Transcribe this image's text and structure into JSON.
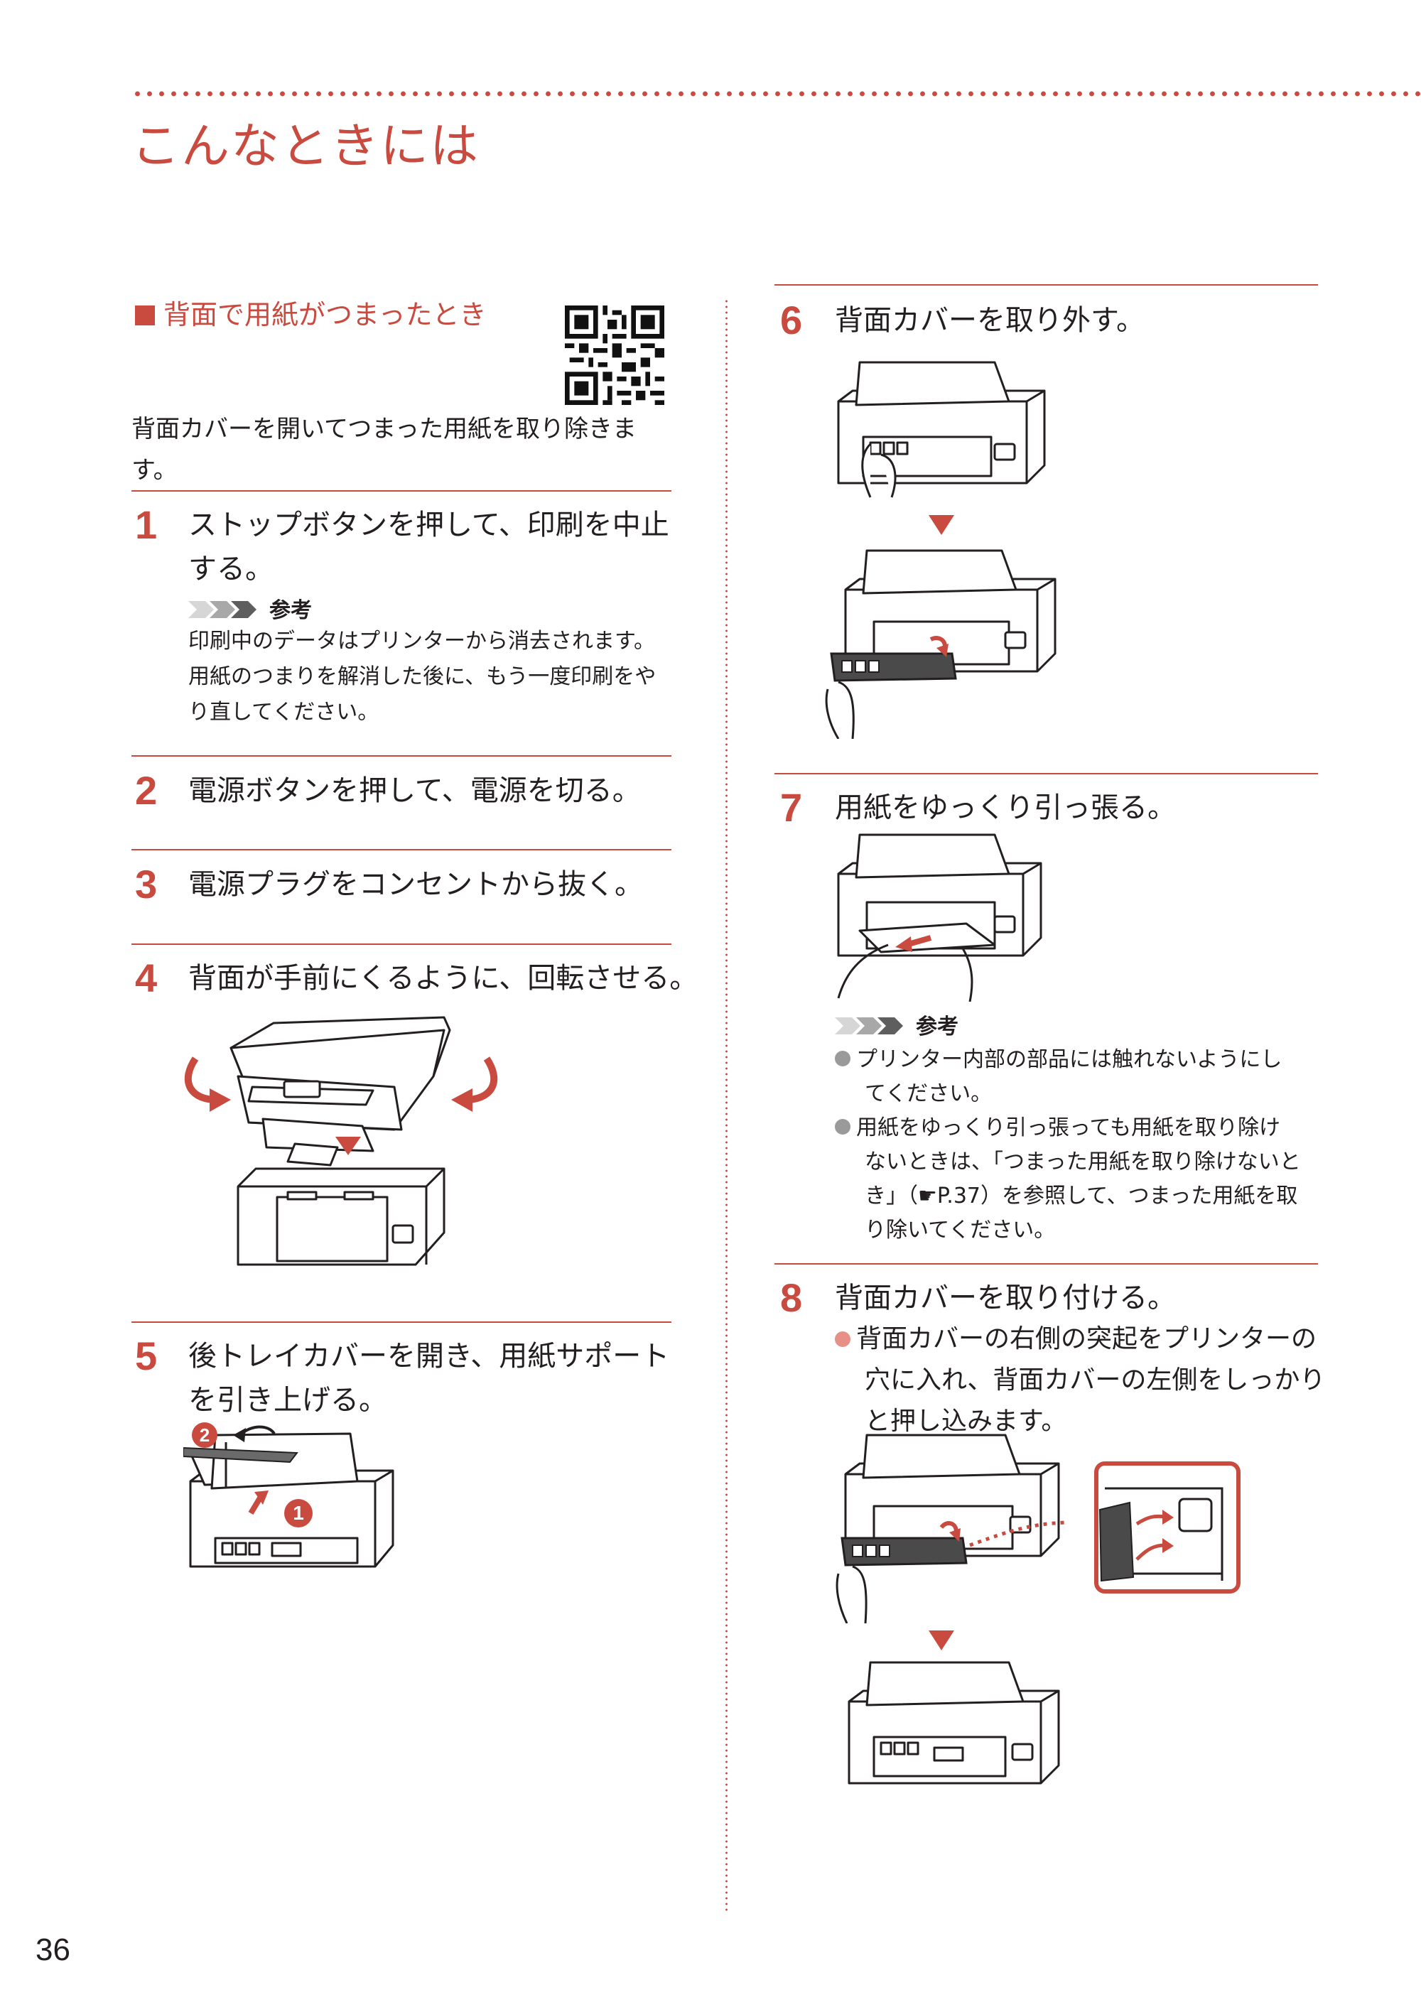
{
  "header": {
    "title": "こんなときには"
  },
  "section": {
    "title": "背面で用紙がつまったとき"
  },
  "intro": {
    "line1": "背面カバーを開いてつまった用紙を取り除きま",
    "line2": "す。"
  },
  "steps": [
    {
      "num": "1",
      "line1": "ストップボタンを押して、印刷を中止",
      "line2": "する。"
    },
    {
      "num": "2",
      "line1": "電源ボタンを押して、電源を切る。"
    },
    {
      "num": "3",
      "line1": "電源プラグをコンセントから抜く。"
    },
    {
      "num": "4",
      "line1": "背面が手前にくるように、回転させる。"
    },
    {
      "num": "5",
      "line1": "後トレイカバーを開き、用紙サポート",
      "line2": "を引き上げる。"
    },
    {
      "num": "6",
      "line1": "背面カバーを取り外す。"
    },
    {
      "num": "7",
      "line1": "用紙をゆっくり引っ張る。"
    },
    {
      "num": "8",
      "line1": "背面カバーを取り付ける。"
    }
  ],
  "ref_label": "参考",
  "note1": {
    "lines": [
      "印刷中のデータはプリンターから消去されます。",
      "用紙のつまりを解消した後に、もう一度印刷をや",
      "り直してください。"
    ]
  },
  "note7": {
    "b1_line1": "プリンター内部の部品には触れないようにし",
    "b1_line2": "てください。",
    "b2_line1": "用紙をゆっくり引っ張っても用紙を取り除け",
    "b2_line2": "ないときは、「つまった用紙を取り除けないと",
    "b2_line3": "き」（☛P.37）を参照して、つまった用紙を取",
    "b2_line4": "り除いてください。"
  },
  "step8_bullet": {
    "line1": "背面カバーの右側の突起をプリンターの",
    "line2": "穴に入れ、背面カバーの左側をしっかり",
    "line3": "と押し込みます。"
  },
  "step5_badges": {
    "one": "1",
    "two": "2"
  },
  "page_number": "36",
  "colors": {
    "accent": "#c94b40",
    "text": "#231f20",
    "bullet_gray": "#9a9a9a",
    "bullet_red": "#e69088"
  }
}
